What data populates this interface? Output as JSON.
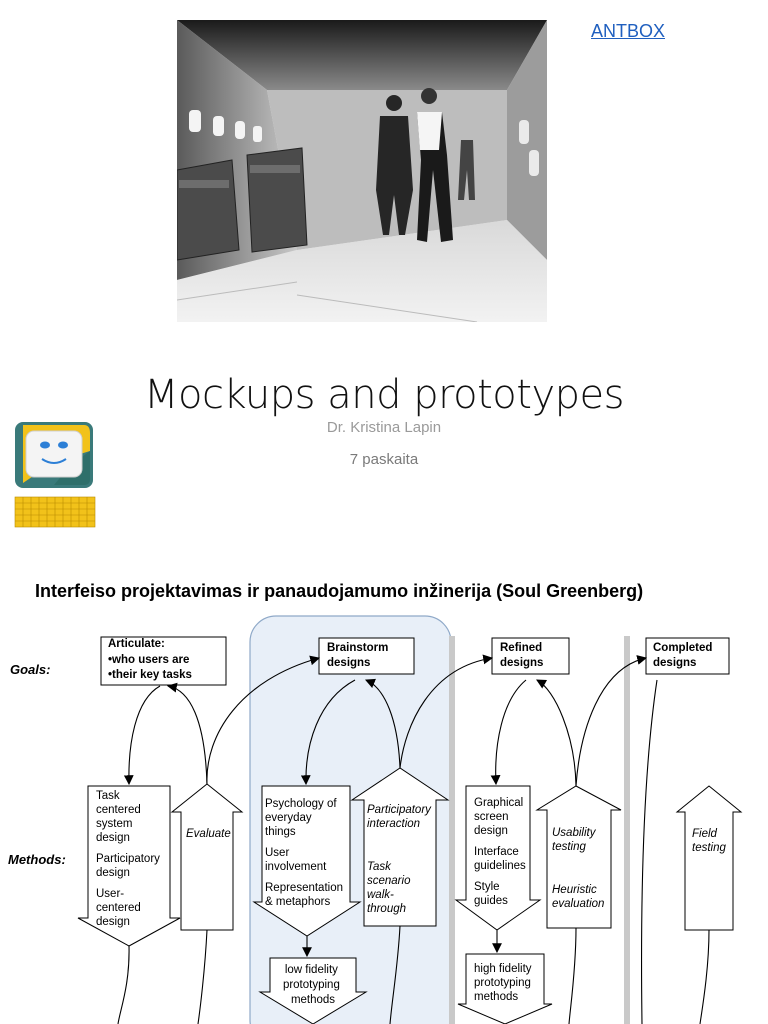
{
  "slide1": {
    "link": "ANTBOX",
    "title": "Mockups and prototypes",
    "author": "Dr. Kristina Lapin",
    "lecture": "7 paskaita"
  },
  "slide2": {
    "heading": "Interfeiso projektavimas ir panaudojamumo inžinerija (Soul Greenberg)",
    "row_labels": {
      "goals": "Goals:",
      "methods": "Methods:"
    },
    "goals": {
      "articulate": [
        "Articulate:",
        "•who users are",
        "•their key tasks"
      ],
      "brainstorm": [
        "Brainstorm",
        "designs"
      ],
      "refined": [
        "Refined",
        "designs"
      ],
      "completed": [
        "Completed",
        "designs"
      ]
    },
    "methods": {
      "col1_down": [
        "Task",
        "centered",
        "system",
        "design",
        "Participatory",
        "design",
        "User-",
        "centered",
        "design"
      ],
      "col1_up": [
        "Evaluate"
      ],
      "col2_down": [
        "Psychology of",
        "everyday",
        "things",
        "User",
        "involvement",
        "Representation",
        "& metaphors"
      ],
      "col2_up": [
        "Participatory",
        "interaction",
        "Task",
        "scenario",
        "walk-",
        "through"
      ],
      "col2_proto": [
        "low fidelity",
        "prototyping",
        "methods"
      ],
      "col3_down": [
        "Graphical",
        "screen",
        "design",
        "Interface",
        "guidelines",
        "Style",
        "guides"
      ],
      "col3_up": [
        "Usability",
        "testing",
        "Heuristic",
        "evaluation"
      ],
      "col3_proto": [
        "high fidelity",
        "prototyping",
        "methods"
      ],
      "col4_up": [
        "Field",
        "testing"
      ]
    }
  }
}
